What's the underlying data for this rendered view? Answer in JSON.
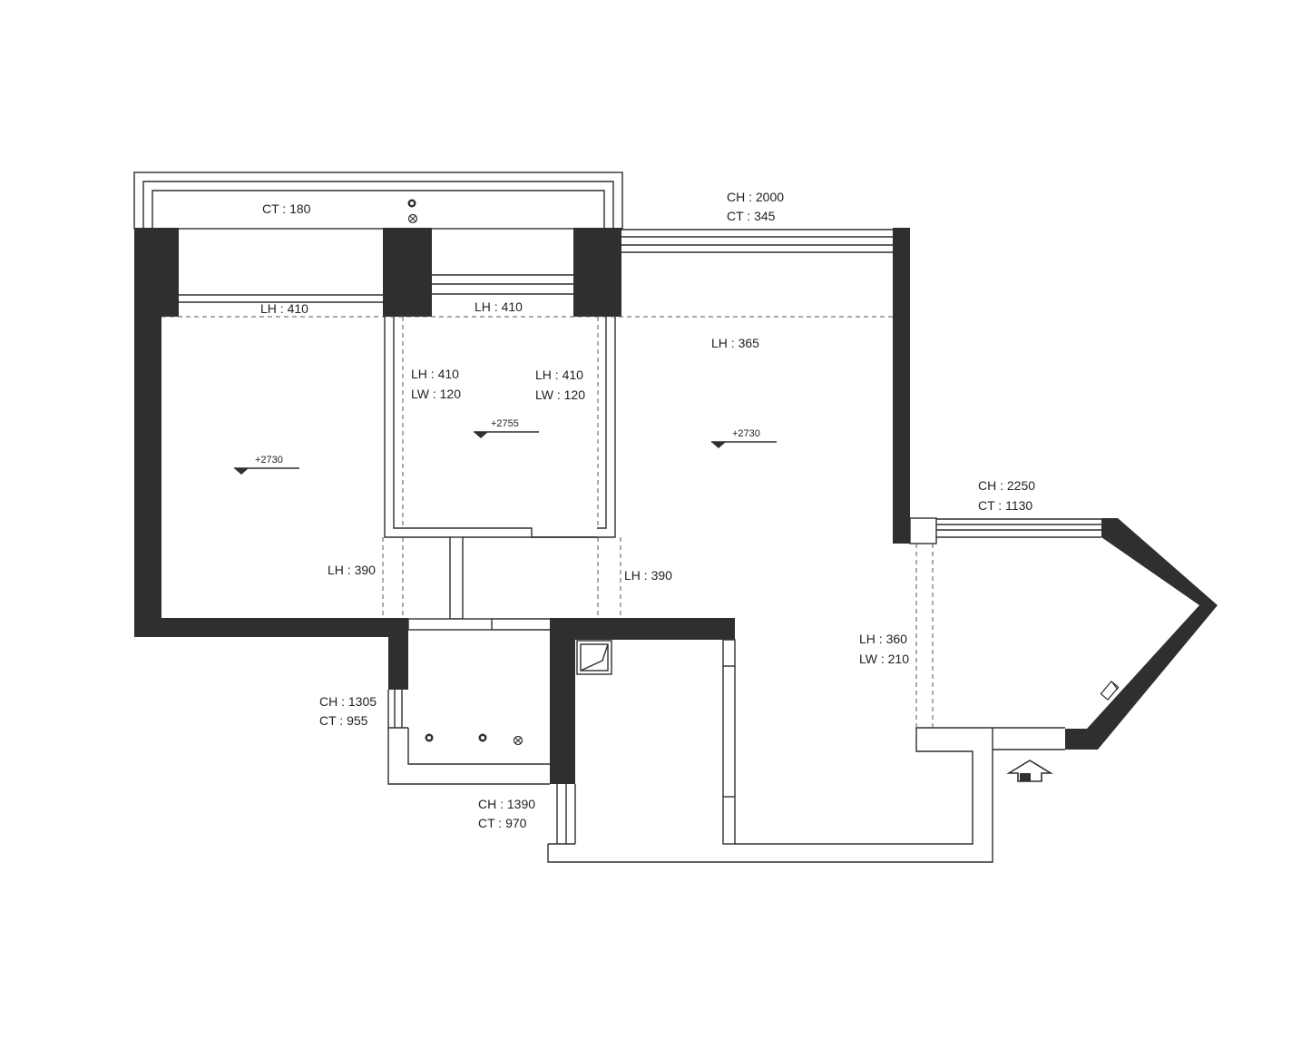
{
  "labels": {
    "ct_180": "CT : 180",
    "ch_2000": "CH : 2000",
    "ct_345": "CT : 345",
    "lh_410_a": "LH : 410",
    "lh_410_b": "LH : 410",
    "lh_365": "LH : 365",
    "lh_410_c": "LH : 410",
    "lw_120_c": "LW : 120",
    "lh_410_d": "LH : 410",
    "lw_120_d": "LW : 120",
    "lh_390_a": "LH : 390",
    "lh_390_b": "LH : 390",
    "ch_2250": "CH : 2250",
    "ct_1130": "CT : 1130",
    "lh_360": "LH : 360",
    "lw_210": "LW : 210",
    "ch_1305": "CH : 1305",
    "ct_955": "CT : 955",
    "ch_1390": "CH : 1390",
    "ct_970": "CT : 970"
  },
  "levels": {
    "room_left": "+2730",
    "room_center": "+2755",
    "room_right": "+2730"
  },
  "icons": {
    "entrance": "house-arrow-icon",
    "drain": "floor-drain-icon",
    "valve": "valve-icon"
  },
  "colors": {
    "wall": "#2f2f2f",
    "background": "#ffffff"
  }
}
